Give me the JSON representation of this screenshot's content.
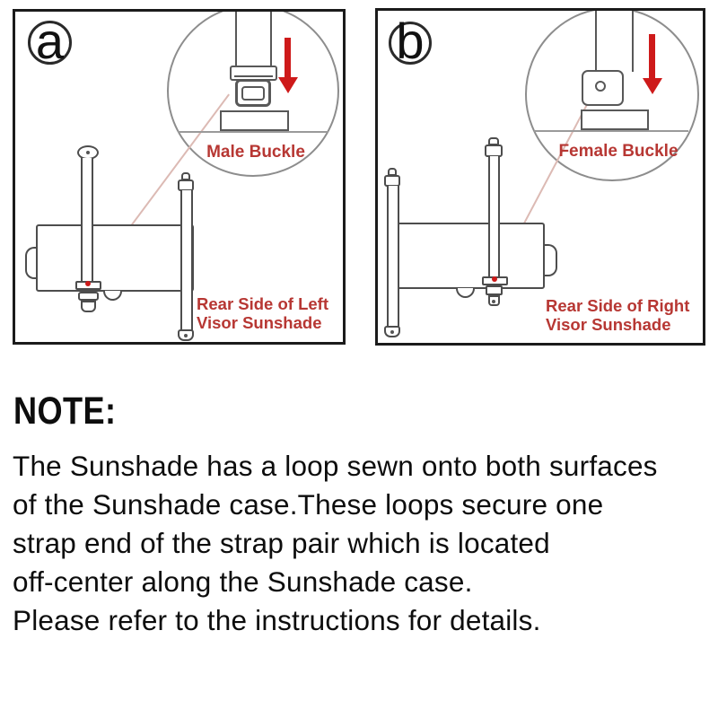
{
  "panels": [
    {
      "letter": "a",
      "magnifier_label": "Male Buckle",
      "caption": [
        "Rear Side of Left",
        "Visor Sunshade"
      ]
    },
    {
      "letter": "b",
      "magnifier_label": "Female Buckle",
      "caption": [
        "Rear Side of Right",
        "Visor Sunshade"
      ]
    }
  ],
  "note": {
    "heading": "NOTE:",
    "lines": [
      "The Sunshade has a loop sewn onto both surfaces",
      "of the Sunshade case.These loops secure one",
      "strap end of the strap pair which is located",
      "off-center along the Sunshade case.",
      "Please refer to the instructions for details."
    ]
  },
  "icons": {
    "down_arrow": "red filled down-arrow (CSS triangle)"
  },
  "colors": {
    "red_label": "#b73733",
    "arrow_red": "#ce1a1a",
    "outline": "#4d4d4d",
    "panel_border": "#1b1b1b"
  }
}
